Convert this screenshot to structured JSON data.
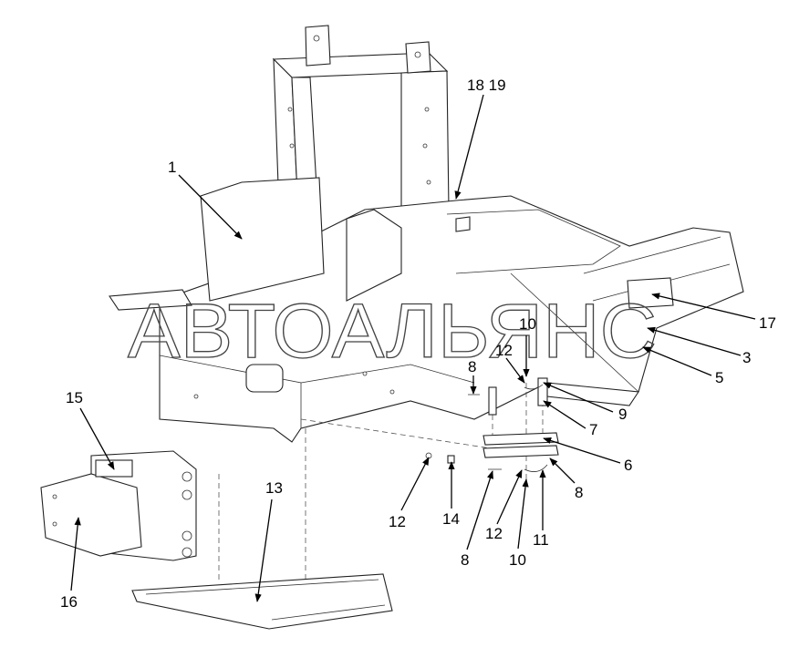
{
  "watermark": "АВТОАЛЬЯНС",
  "callouts": [
    {
      "id": "c1",
      "text": "1"
    },
    {
      "id": "c18",
      "text": "18 19"
    },
    {
      "id": "c10a",
      "text": "10"
    },
    {
      "id": "c12a",
      "text": "12"
    },
    {
      "id": "c8a",
      "text": "8"
    },
    {
      "id": "c17",
      "text": "17"
    },
    {
      "id": "c3",
      "text": "3"
    },
    {
      "id": "c5",
      "text": "5"
    },
    {
      "id": "c9",
      "text": "9"
    },
    {
      "id": "c7",
      "text": "7"
    },
    {
      "id": "c6",
      "text": "6"
    },
    {
      "id": "c8b",
      "text": "8"
    },
    {
      "id": "c11",
      "text": "11"
    },
    {
      "id": "c10b",
      "text": "10"
    },
    {
      "id": "c12b",
      "text": "12"
    },
    {
      "id": "c8c",
      "text": "8"
    },
    {
      "id": "c14",
      "text": "14"
    },
    {
      "id": "c12c",
      "text": "12"
    },
    {
      "id": "c13",
      "text": "13"
    },
    {
      "id": "c15",
      "text": "15"
    },
    {
      "id": "c16",
      "text": "16"
    }
  ]
}
